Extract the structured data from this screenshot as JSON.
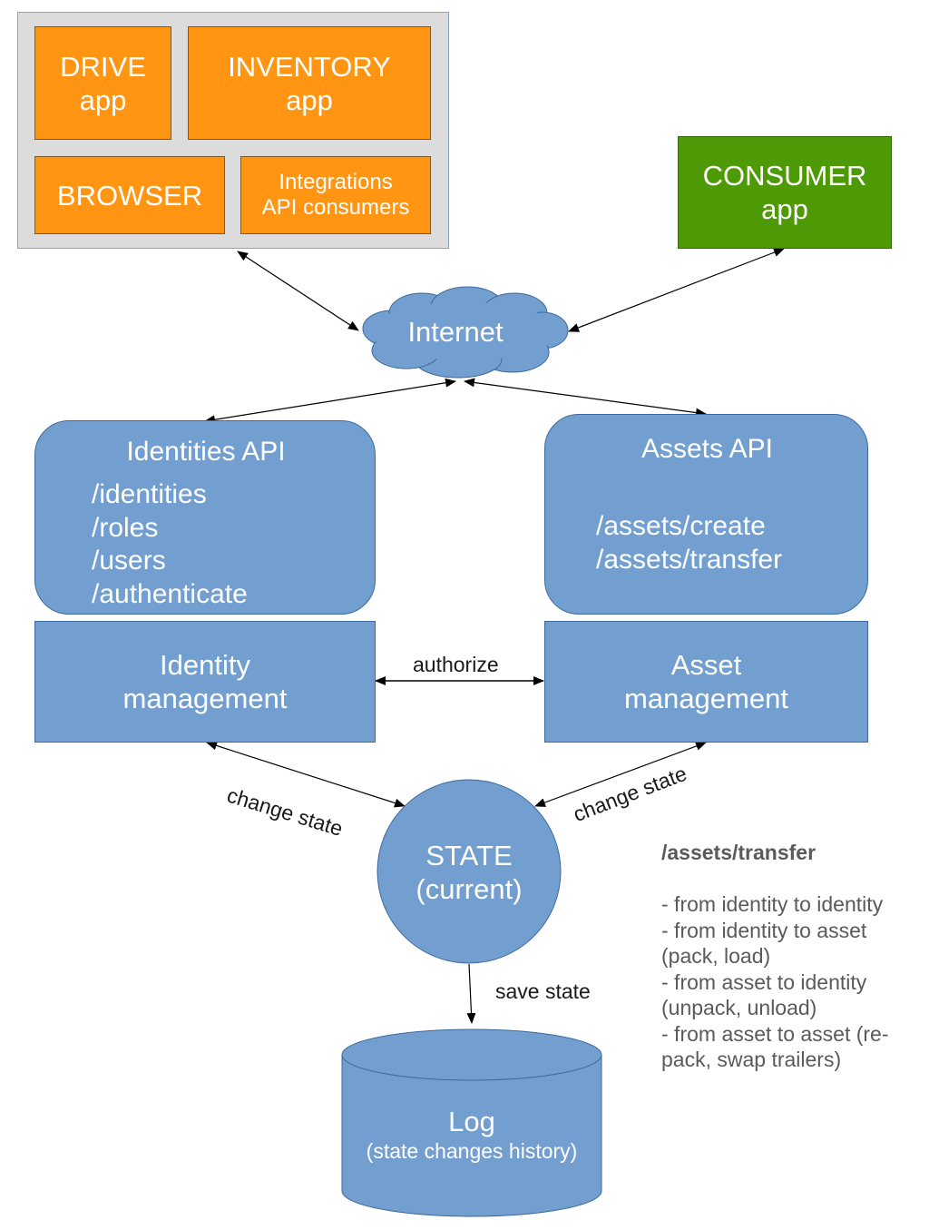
{
  "clients": {
    "drive": [
      "DRIVE",
      "app"
    ],
    "inventory": [
      "INVENTORY",
      "app"
    ],
    "browser": "BROWSER",
    "integrations": [
      "Integrations",
      "API consumers"
    ],
    "consumer": [
      "CONSUMER",
      "app"
    ]
  },
  "internet": "Internet",
  "identities_api": {
    "title": "Identities API",
    "endpoints": [
      "/identities",
      "/roles",
      "/users",
      "/authenticate"
    ]
  },
  "assets_api": {
    "title": "Assets API",
    "endpoints": [
      "/assets/create",
      "/assets/transfer"
    ]
  },
  "identity_management": [
    "Identity",
    "management"
  ],
  "asset_management": [
    "Asset",
    "management"
  ],
  "edges": {
    "authorize": "authorize",
    "change_state_left": "change state",
    "change_state_right": "change state",
    "save_state": "save state"
  },
  "state": [
    "STATE",
    "(current)"
  ],
  "log": {
    "title": "Log",
    "subtitle": "(state changes history)"
  },
  "transfer_note": {
    "title": "/assets/transfer",
    "lines": [
      "- from identity to identity",
      "- from identity to asset",
      "(pack, load)",
      "- from asset to identity",
      "(unpack, unload)",
      "- from asset to asset (re-",
      "pack, swap trailers)"
    ]
  },
  "colors": {
    "client_box": "#ff9512",
    "consumer_box": "#4e9a06",
    "service_box": "#729fcf",
    "client_group_bg": "#dcdcdc"
  }
}
